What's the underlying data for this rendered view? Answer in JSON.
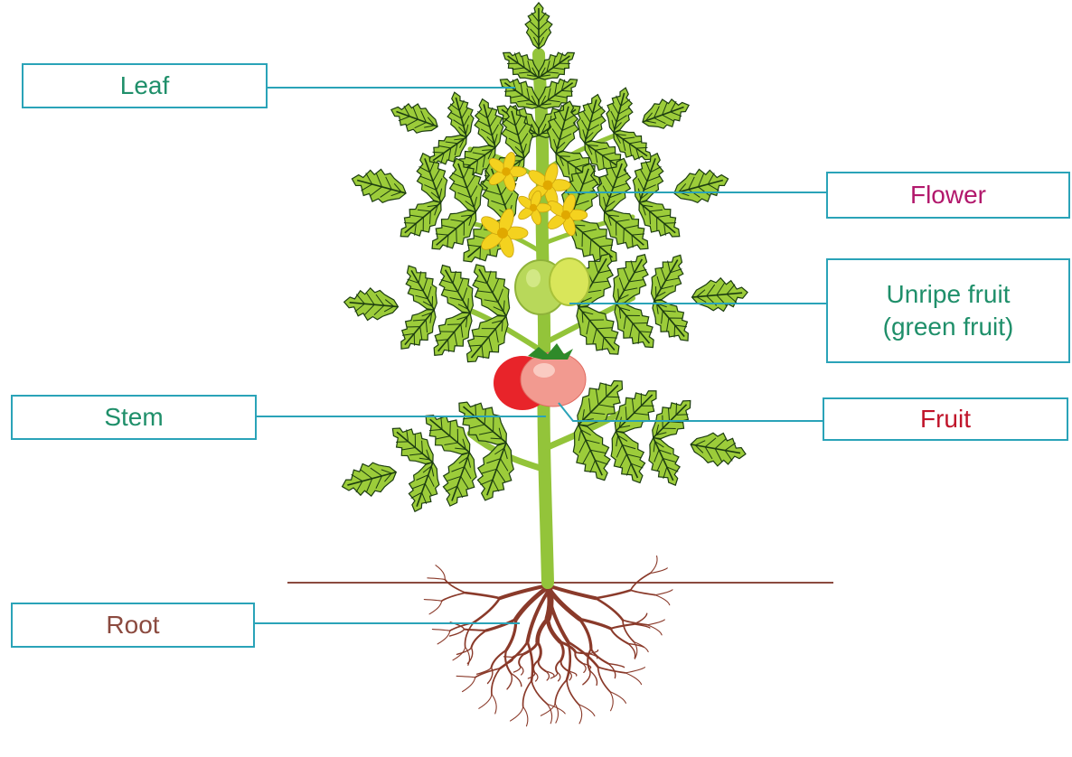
{
  "colors": {
    "line": "#2aa3b8",
    "box_border": "#2aa3b8",
    "green_text": "#1f8f6a",
    "magenta_text": "#b2186c",
    "red_text": "#c0142a",
    "brown_text": "#8b4a3f",
    "leaf_fill": "#9ccc3a",
    "leaf_vein": "#1c3d10",
    "stem": "#93c43a",
    "root": "#8a3a2a",
    "ground": "#8b4a3f",
    "flower": "#f4d21f",
    "unripe_fruit": "#b8d85a",
    "ripe_fruit": "#e8242a",
    "ripe_fruit_light": "#f29a90"
  },
  "labels": {
    "leaf": "Leaf",
    "flower": "Flower",
    "unripe_fruit": "Unripe fruit\n(green fruit)",
    "stem": "Stem",
    "fruit": "Fruit",
    "root": "Root"
  }
}
